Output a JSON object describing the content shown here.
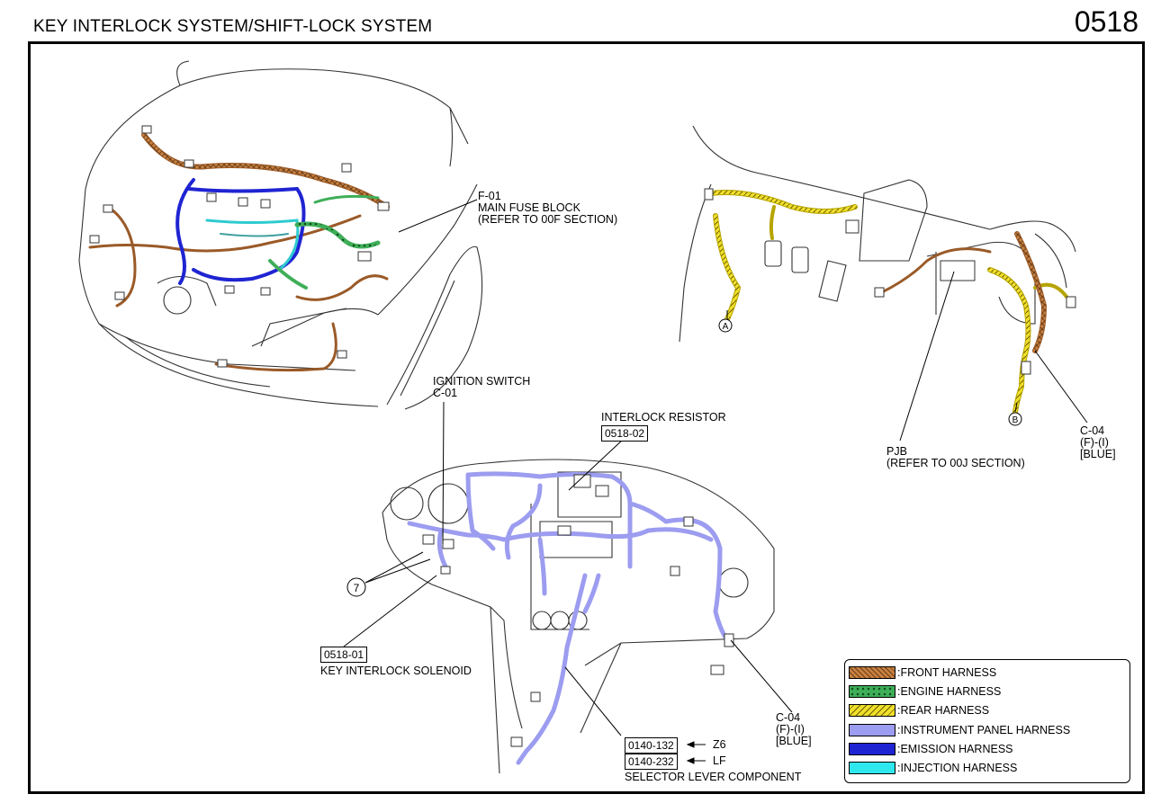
{
  "header": {
    "title": "KEY INTERLOCK SYSTEM/SHIFT-LOCK SYSTEM",
    "page_number": "0518"
  },
  "callouts": {
    "main_fuse_block": [
      "F-01",
      "MAIN FUSE BLOCK",
      "(REFER TO 00F SECTION)"
    ],
    "pjb": [
      "PJB",
      "(REFER TO 00J SECTION)"
    ],
    "c04_upper": [
      "C-04",
      "(F)-(I)",
      "[BLUE]"
    ],
    "ignition_switch": [
      "IGNITION SWITCH",
      "C-01"
    ],
    "interlock_resistor": {
      "title": "INTERLOCK RESISTOR",
      "ref": "0518-02"
    },
    "key_interlock_solenoid": {
      "ref": "0518-01",
      "title": "KEY INTERLOCK SOLENOID"
    },
    "c04_lower": [
      "C-04",
      "(F)-(I)",
      "[BLUE]"
    ],
    "selector_lever": {
      "ref1": "0140-132",
      "code1": "Z6",
      "ref2": "0140-232",
      "code2": "LF",
      "title": "SELECTOR LEVER COMPONENT"
    },
    "circle_7": "7",
    "circle_a": "A",
    "circle_b": "B"
  },
  "legend": [
    {
      "label": ":FRONT HARNESS",
      "color": "#c8803f",
      "pattern": "cross"
    },
    {
      "label": ":ENGINE HARNESS",
      "color": "#3fae58",
      "pattern": "dots"
    },
    {
      "label": ":REAR HARNESS",
      "color": "#f1e02a",
      "pattern": "hatch"
    },
    {
      "label": ":INSTRUMENT PANEL HARNESS",
      "color": "#9c9cf0",
      "pattern": "solid"
    },
    {
      "label": ":EMISSION HARNESS",
      "color": "#1f24d2",
      "pattern": "solid"
    },
    {
      "label": ":INJECTION HARNESS",
      "color": "#2ee8ee",
      "pattern": "solid"
    }
  ]
}
